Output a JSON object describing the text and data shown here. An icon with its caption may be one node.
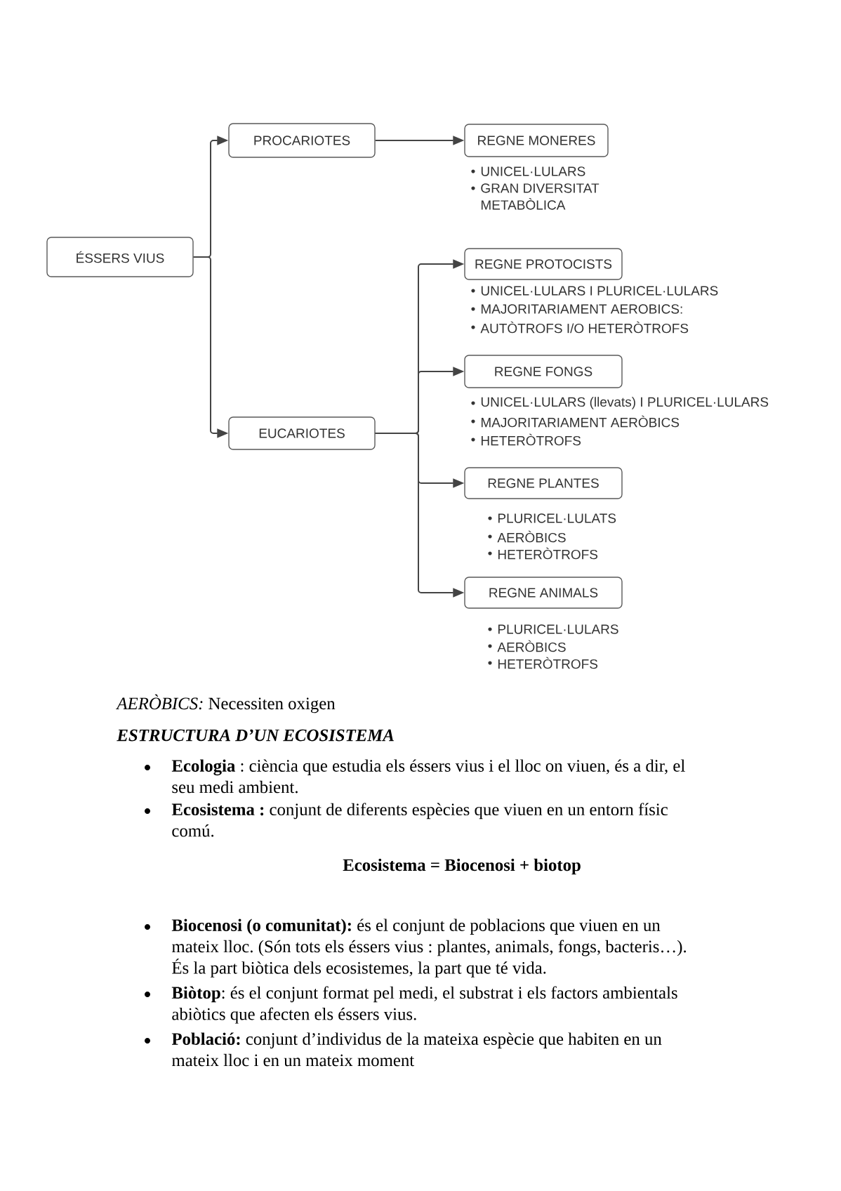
{
  "diagram": {
    "nodes": [
      {
        "text": [
          "ÉSSERS VIUS"
        ]
      },
      {
        "text": [
          "PROCARIOTES"
        ]
      },
      {
        "text": [
          "EUCARIOTES"
        ]
      },
      {
        "text": [
          "REGNE MONERES"
        ],
        "beside": [
          "UNICEL·LULARS",
          "GRAN DIVERSITAT METABÒLICA"
        ]
      },
      {
        "text": [
          "REGNE PROTOCISTS"
        ],
        "beside": [
          "UNICEL·LULARS I PLURICEL·LULARS",
          "MAJORITARIAMENT AEROBICS:",
          "AUTÒTROFS I/O HETERÒTROFS"
        ]
      },
      {
        "text": [
          "REGNE FONGS"
        ],
        "beside": [
          "UNICEL·LULARS (llevats) I PLURICEL·LULARS",
          "MAJORITARIAMENT AERÒBICS",
          "HETERÒTROFS"
        ]
      },
      {
        "text": [
          "REGNE PLANTES"
        ],
        "beside": [
          "PLURICEL·LULATS",
          "AERÒBICS",
          "HETERÒTROFS"
        ]
      },
      {
        "text": [
          "REGNE ANIMALS"
        ],
        "beside": [
          "PLURICEL·LULARS",
          "AERÒBICS",
          "HETERÒTROFS"
        ]
      }
    ],
    "edges": [
      {
        "from": 0,
        "to": 1,
        "arrow": "to"
      },
      {
        "from": 0,
        "to": 2,
        "arrow": "to"
      },
      {
        "from": 1,
        "to": 3,
        "arrow": "to"
      },
      {
        "from": 2,
        "to": 4,
        "arrow": "to"
      },
      {
        "from": 2,
        "to": 5,
        "arrow": "to"
      },
      {
        "from": 2,
        "to": 6,
        "arrow": "to"
      },
      {
        "from": 2,
        "to": 7,
        "arrow": "to"
      }
    ],
    "labels": [
      "*AERÒBICS:* Necessiten oxigen",
      "ESTRUCTURA D’UN ECOSISTEMA",
      "**Ecologia** : ciència que estudia els éssers vius i el lloc on viuen, és a dir, el seu medi ambient.",
      "**Ecosistema :** conjunt de diferents espècies que viuen en un entorn físic comú.",
      "Ecosistema = Biocenosi + biotop",
      "**Biocenosi (o comunitat):** és el conjunt de poblacions que viuen en un mateix lloc. (Són tots els éssers vius : plantes, animals, fongs, bacteris…). És la part biòtica dels ecosistemes, la part que té vida.",
      "**Biòtop**: és el conjunt format pel medi, el substrat i els factors ambientals abiòtics que afecten els éssers vius.",
      "**Població:** conjunt d’individus de la mateixa espècie que habiten en un mateix lloc i en un mateix moment"
    ]
  }
}
